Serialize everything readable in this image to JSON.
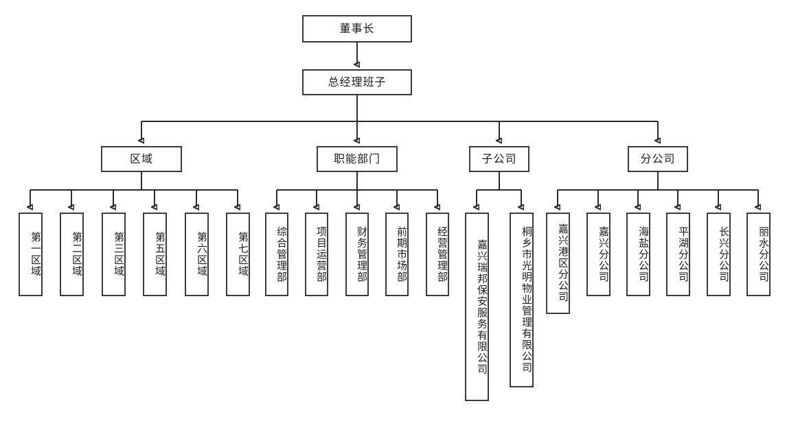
{
  "diagram": {
    "title_node": "董事长",
    "colors": {
      "box_border": "#3a3a3a",
      "connector": "#2b2b2b",
      "background": "#ffffff",
      "text": "#1c1c1c"
    },
    "levels": {
      "root": {
        "label": "董事长"
      },
      "second": {
        "label": "总经理班子"
      },
      "groups": [
        {
          "key": "region",
          "label": "区域"
        },
        {
          "key": "function",
          "label": "职能部门"
        },
        {
          "key": "subsidiary",
          "label": "子公司"
        },
        {
          "key": "branch",
          "label": "分公司"
        }
      ]
    },
    "regions": [
      {
        "label": "第一区域"
      },
      {
        "label": "第二区域"
      },
      {
        "label": "第三区域"
      },
      {
        "label": "第五区域"
      },
      {
        "label": "第六区域"
      },
      {
        "label": "第七区域"
      }
    ],
    "departments": [
      {
        "label": "综合管理部"
      },
      {
        "label": "项目运营部"
      },
      {
        "label": "财务管理部"
      },
      {
        "label": "前期市场部"
      },
      {
        "label": "经营管理部"
      }
    ],
    "subsidiaries": [
      {
        "label": "嘉兴瑞邦保安服务有限公司"
      },
      {
        "label": "桐乡市光明物业管理有限公司"
      }
    ],
    "branches": [
      {
        "label": "嘉兴港区分公司"
      },
      {
        "label": "嘉兴分公司"
      },
      {
        "label": "海盐分公司"
      },
      {
        "label": "平湖分公司"
      },
      {
        "label": "长兴分公司"
      },
      {
        "label": "丽水分公司"
      }
    ]
  }
}
